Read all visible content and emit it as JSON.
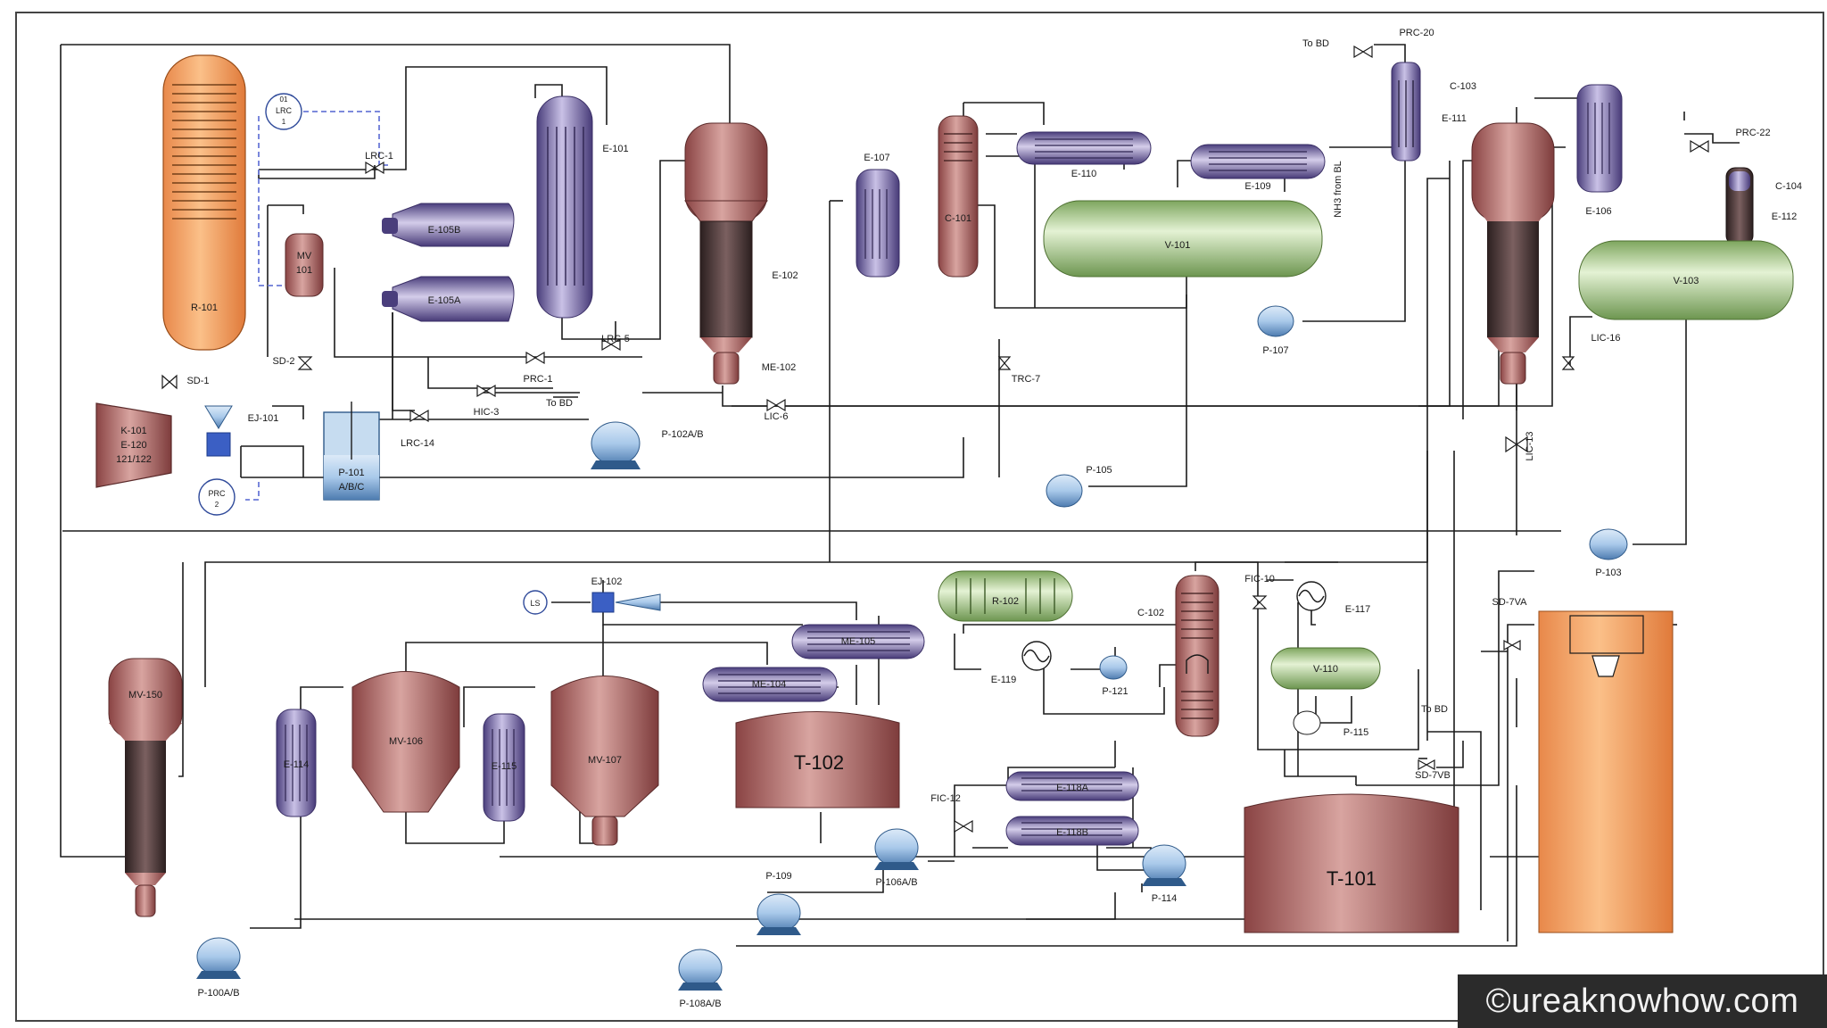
{
  "colors": {
    "orange": "#f0a060",
    "brown": "#a05a5a",
    "purple": "#6a5a9a",
    "green": "#a8cc8a",
    "blue": "#8ab4e0",
    "pipe": "#1c1c1c",
    "signal": "#6b7ad8"
  },
  "equipment": {
    "r101": "R-101",
    "k101": [
      "K-101",
      "E-120",
      "121/122"
    ],
    "mv101": [
      "MV",
      "101"
    ],
    "e105b": "E-105B",
    "e105a": "E-105A",
    "e101": "E-101",
    "e102": "E-102",
    "me102": "ME-102",
    "e107": "E-107",
    "c101": "C-101",
    "e110": "E-110",
    "e109": "E-109",
    "v101": "V-101",
    "nh3_line": "NH3 from BL",
    "c103": "C-103",
    "e111": "E-111",
    "e106": "E-106",
    "c104": "C-104",
    "e112": "E-112",
    "v103": "V-103",
    "ej101": "EJ-101",
    "p101": [
      "P-101",
      "A/B/C"
    ],
    "p102": "P-102A/B",
    "p105": "P-105",
    "p107": "P-107",
    "p103": "P-103",
    "mv150": "MV-150",
    "e114": "E-114",
    "mv106": "MV-106",
    "e115": "E-115",
    "mv107": "MV-107",
    "ej102": "EJ-102",
    "ls": "LS",
    "me105": "ME-105",
    "me104": "ME-104",
    "t102": "T-102",
    "r102": "R-102",
    "e119": "E-119",
    "p121": "P-121",
    "c102": "C-102",
    "e117": "E-117",
    "v110": "V-110",
    "p115": "P-115",
    "e118a": "E-118A",
    "e118b": "E-118B",
    "p114": "P-114",
    "t101": "T-101",
    "p106": "P-106A/B",
    "p109": "P-109",
    "p100": "P-100A/B",
    "p108": "P-108A/B"
  },
  "instruments": {
    "lrc_bubble": [
      "01",
      "LRC",
      "1"
    ],
    "lrc1": "LRC-1",
    "sd1": "SD-1",
    "sd2": "SD-2",
    "prc_bubble": [
      "PRC",
      "2"
    ],
    "lrc5": "LRC-5",
    "prc1": "PRC-1",
    "hic3": "HIC-3",
    "lrc14": "LRC-14",
    "to_bd_1": "To BD",
    "lic6": "LIC-6",
    "trc7": "TRC-7",
    "to_bd_2": "To BD",
    "prc20": "PRC-20",
    "prc22": "PRC-22",
    "lic16": "LIC-16",
    "lic13": "LIC-13",
    "fic10": "FIC-10",
    "fic12": "FIC-12",
    "sd7va": "SD-7VA",
    "sd7vb": "SD-7VB",
    "to_bd_3": "To BD"
  },
  "watermark": "©ureaknowhow.com"
}
